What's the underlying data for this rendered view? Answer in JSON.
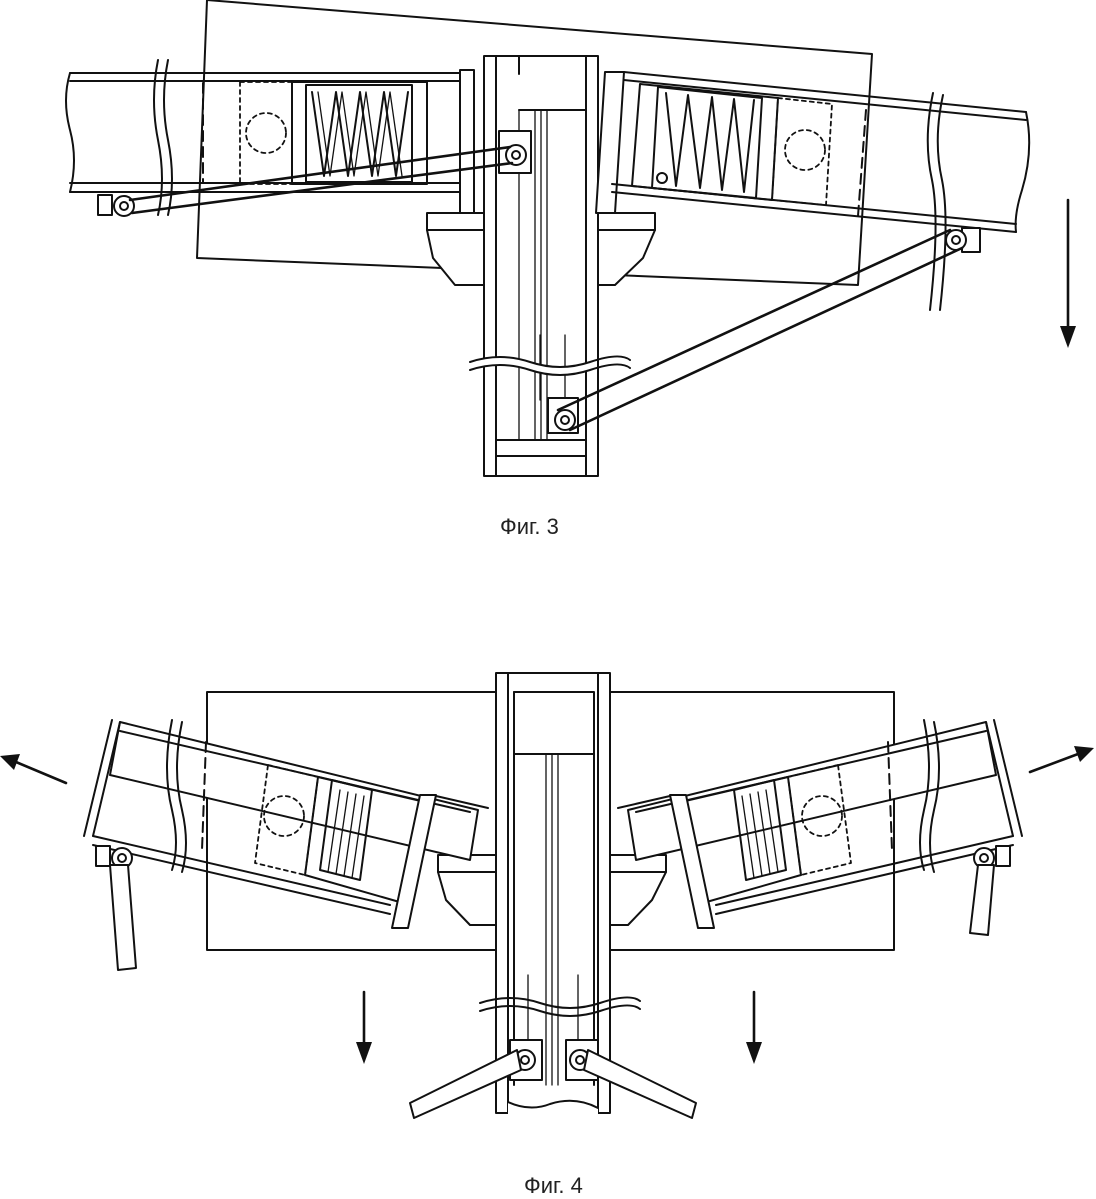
{
  "figures": [
    {
      "id": "fig3",
      "caption": "Фиг. 3"
    },
    {
      "id": "fig4",
      "caption": "Фиг. 4"
    }
  ]
}
